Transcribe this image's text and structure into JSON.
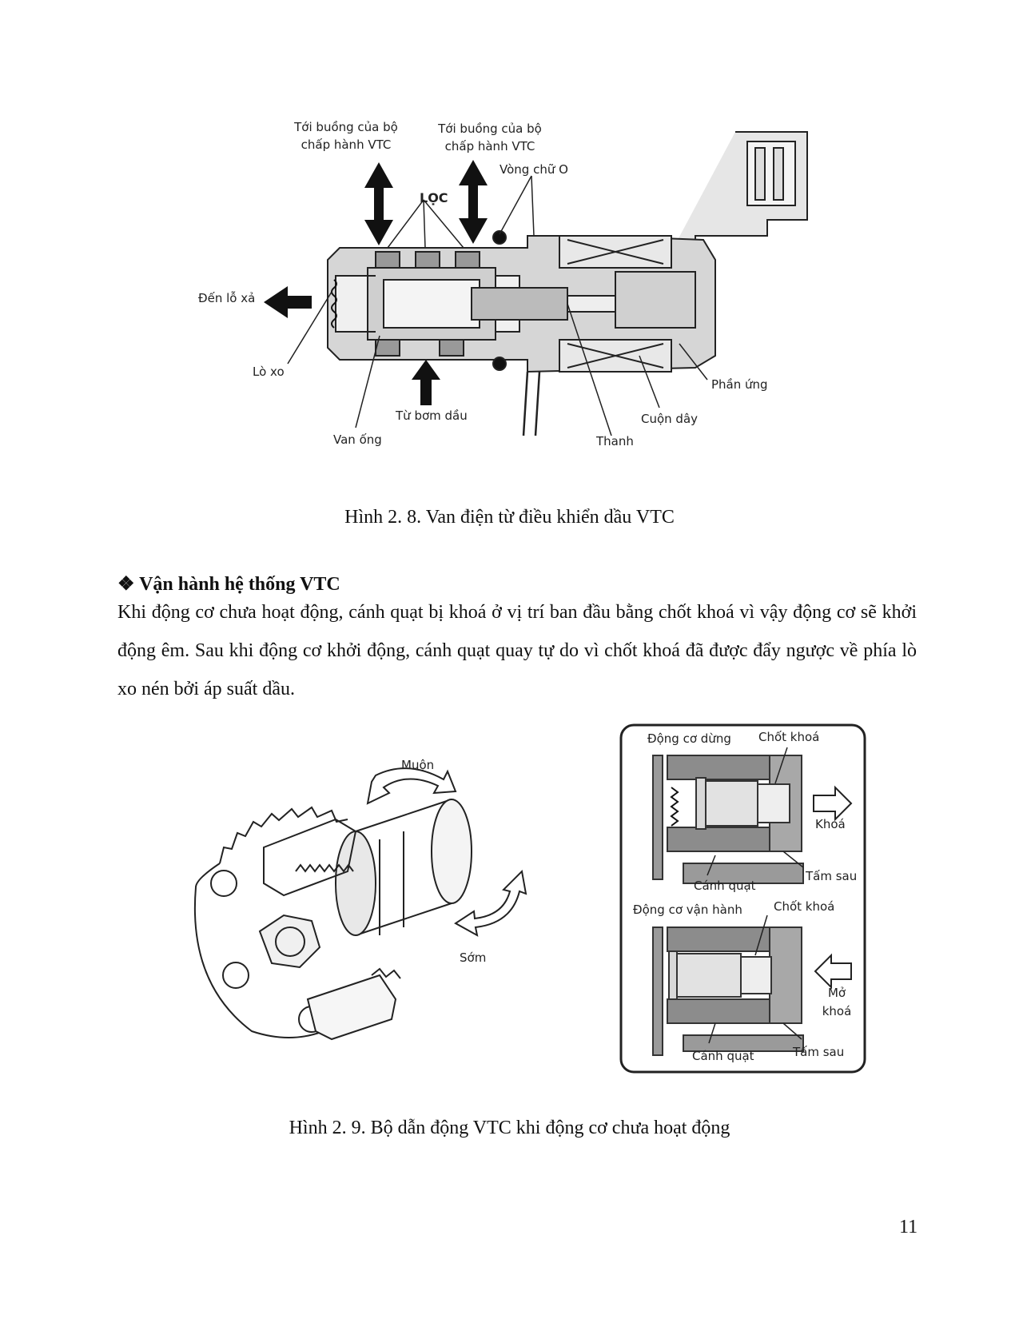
{
  "figure1": {
    "labels": {
      "chamber_left": "Tới buồng của bộ chấp hành VTC",
      "chamber_right": "Tới buồng của bộ chấp hành VTC",
      "filter": "LỌC",
      "o_ring": "Vòng chữ O",
      "drain": "Đến lỗ xả",
      "spring": "Lò xo",
      "from_pump": "Từ bơm dầu",
      "spool_valve": "Van ống",
      "rod": "Thanh",
      "coil": "Cuộn dây",
      "armature": "Phần ứng"
    },
    "caption": "Hình 2. 8. Van điện từ điều khiển dầu VTC"
  },
  "section": {
    "bullet": "❖",
    "heading": "Vận hành hệ thống VTC",
    "paragraph": "Khi động cơ chưa hoạt động, cánh quạt bị khoá ở vị trí ban đầu bằng chốt khoá vì vậy động cơ sẽ khởi động êm. Sau khi động cơ khởi động, cánh quạt quay tự do vì chốt khoá đã được đẩy ngược về phía lò xo nén bởi áp suất dầu."
  },
  "figure2": {
    "left": {
      "late": "Muộn",
      "early": "Sớm"
    },
    "right": {
      "top_title": "Động cơ dừng",
      "top_lock_pin": "Chốt khoá",
      "top_action": "Khoá",
      "top_back_plate": "Tấm sau",
      "top_rotor": "Cánh quạt",
      "bottom_title": "Động cơ vận hành",
      "bottom_lock_pin": "Chốt khoá",
      "bottom_action": "Mở khoá",
      "bottom_back_plate": "Tấm sau",
      "bottom_rotor": "Cánh quạt"
    },
    "caption": "Hình 2. 9. Bộ dẫn động VTC khi động cơ chưa hoạt động"
  },
  "page_number": "11"
}
